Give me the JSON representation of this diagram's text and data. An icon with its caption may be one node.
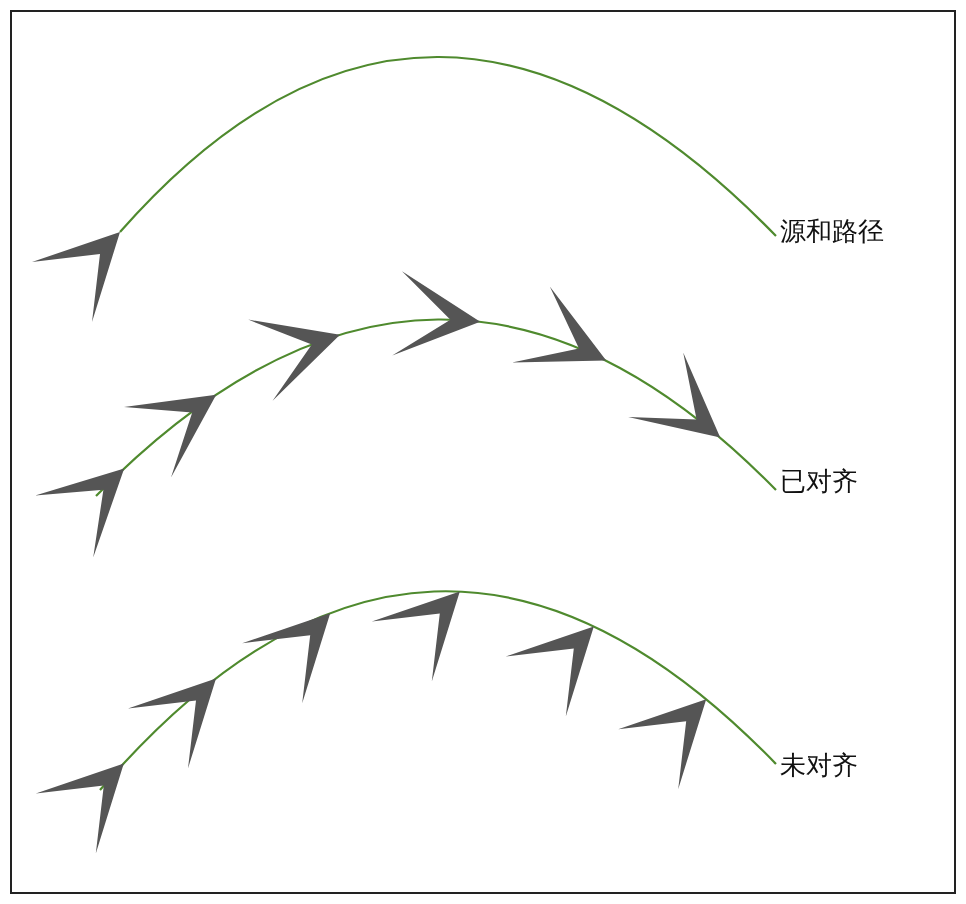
{
  "diagram": {
    "labels": [
      "源和路径",
      "已对齐",
      "未对齐"
    ]
  }
}
